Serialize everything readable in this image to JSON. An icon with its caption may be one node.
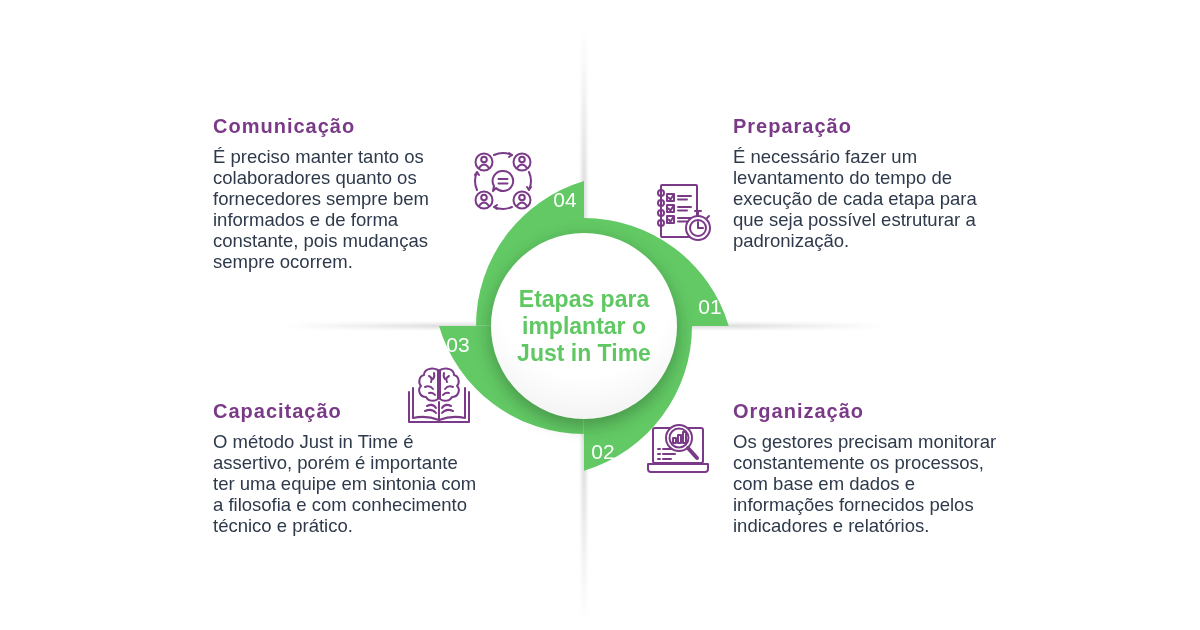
{
  "diagram": {
    "nodes": [
      {
        "text": [
          "Etapas para implantar o Just in Time"
        ]
      },
      {
        "text": [
          "01"
        ]
      },
      {
        "text": [
          "Preparação",
          "É necessário fazer um levantamento do tempo de execução de cada etapa para que seja possível estruturar a padronização."
        ]
      },
      {
        "text": [
          "02"
        ]
      },
      {
        "text": [
          "Organização",
          "Os gestores precisam monitorar constantemente os processos, com base em dados e informações fornecidos pelos indicadores e relatórios."
        ]
      },
      {
        "text": [
          "03"
        ]
      },
      {
        "text": [
          "Capacitação",
          "O método Just in Time é assertivo, porém é importante ter uma equipe em sintonia com a filosofia e com conhecimento técnico e prático."
        ]
      },
      {
        "text": [
          "04"
        ]
      },
      {
        "text": [
          "Comunicação",
          "É preciso manter tanto os colaboradores quanto os fornecedores sempre bem informados e de forma constante, pois mudanças sempre ocorrem."
        ]
      }
    ]
  }
}
